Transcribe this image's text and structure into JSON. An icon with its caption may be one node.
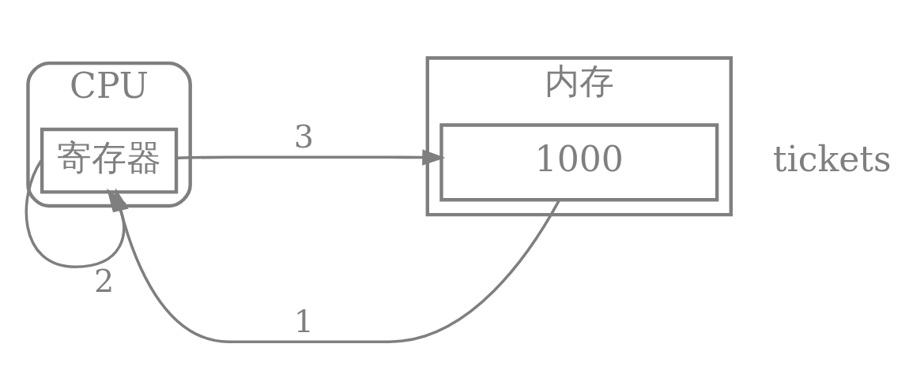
{
  "diagram": {
    "nodes": [
      {
        "text": [
          "CPU"
        ]
      },
      {
        "text": [
          "寄存器"
        ],
        "in": 0
      },
      {
        "text": [
          "内存"
        ]
      },
      {
        "text": [
          "1000"
        ],
        "in": 2,
        "beside": [
          "tickets"
        ]
      }
    ],
    "edges": [
      {
        "from": 3,
        "to": 1,
        "arrow": "to",
        "label": "1"
      },
      {
        "from": 1,
        "to": 1,
        "arrow": "to",
        "label": "2"
      },
      {
        "from": 1,
        "to": 3,
        "arrow": "to",
        "label": "3"
      }
    ]
  }
}
